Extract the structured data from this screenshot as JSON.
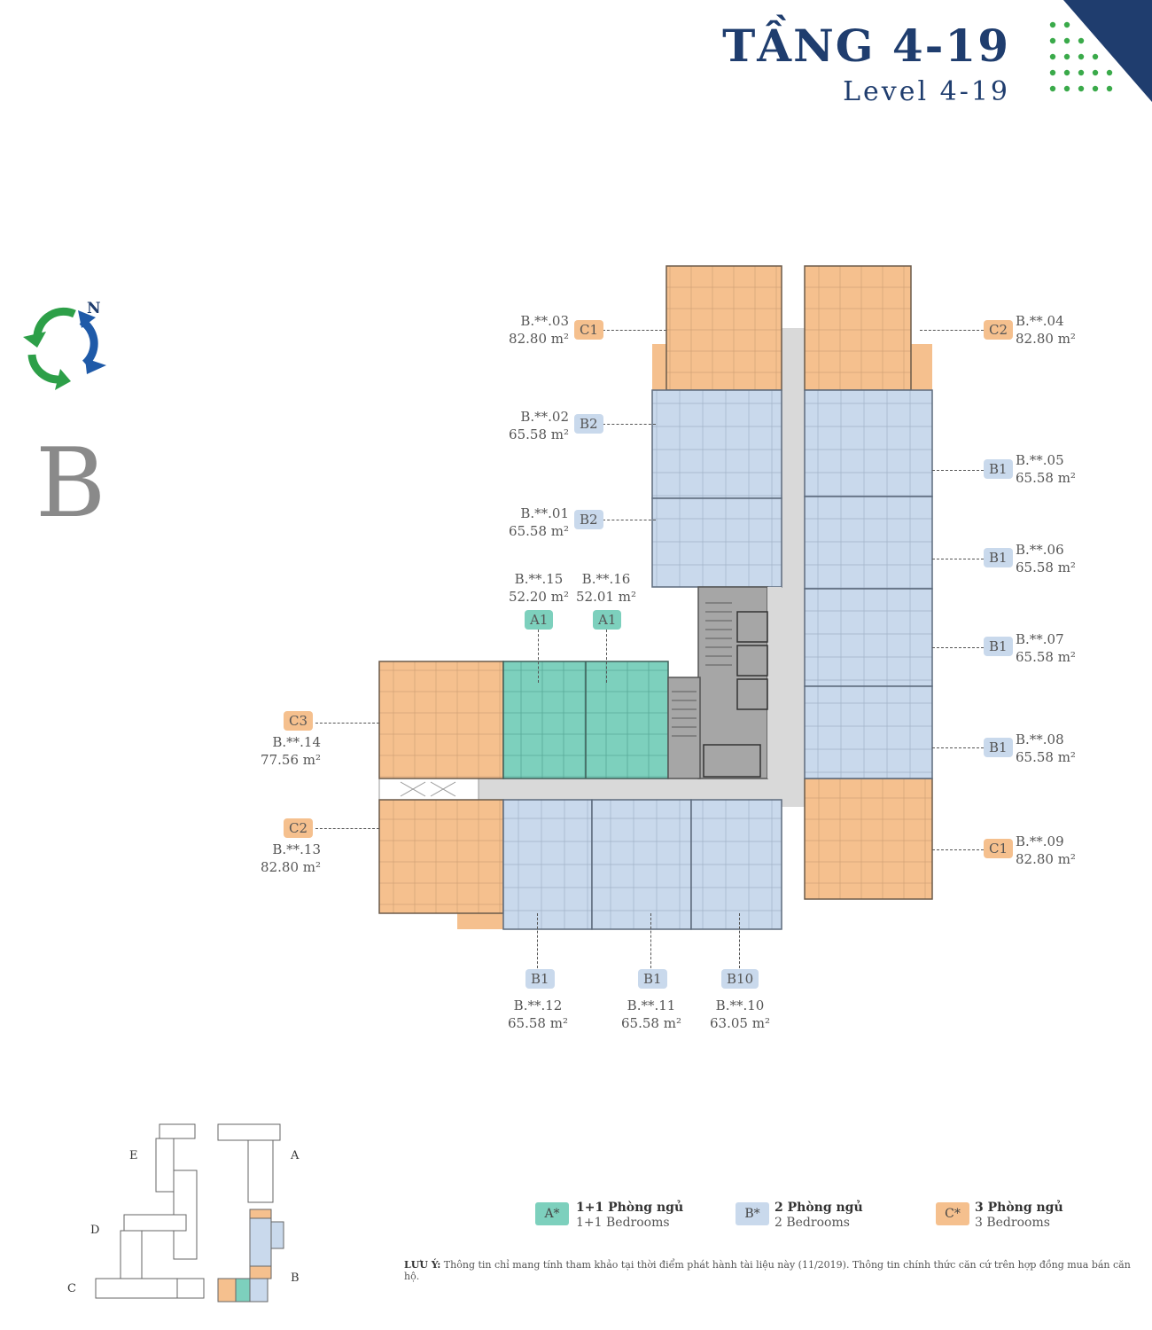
{
  "header": {
    "title": "TẦNG 4-19",
    "subtitle": "Level 4-19"
  },
  "compass": {
    "north_label": "N"
  },
  "block": {
    "letter": "B"
  },
  "colors": {
    "type_a": "#7dd0bd",
    "type_b": "#c9d9ec",
    "type_c": "#f5c08e",
    "core": "#a6a6a6",
    "corridor": "#d9d9d9",
    "title": "#1f3d6e"
  },
  "units": [
    {
      "code": "B.**.03",
      "area": "82.80 m²",
      "type": "C1"
    },
    {
      "code": "B.**.04",
      "area": "82.80 m²",
      "type": "C2"
    },
    {
      "code": "B.**.02",
      "area": "65.58 m²",
      "type": "B2"
    },
    {
      "code": "B.**.05",
      "area": "65.58 m²",
      "type": "B1"
    },
    {
      "code": "B.**.01",
      "area": "65.58 m²",
      "type": "B2"
    },
    {
      "code": "B.**.06",
      "area": "65.58 m²",
      "type": "B1"
    },
    {
      "code": "B.**.15",
      "area": "52.20 m²",
      "type": "A1"
    },
    {
      "code": "B.**.16",
      "area": "52.01 m²",
      "type": "A1"
    },
    {
      "code": "B.**.07",
      "area": "65.58 m²",
      "type": "B1"
    },
    {
      "code": "B.**.14",
      "area": "77.56 m²",
      "type": "C3"
    },
    {
      "code": "B.**.08",
      "area": "65.58 m²",
      "type": "B1"
    },
    {
      "code": "B.**.13",
      "area": "82.80 m²",
      "type": "C2"
    },
    {
      "code": "B.**.09",
      "area": "82.80 m²",
      "type": "C1"
    },
    {
      "code": "B.**.12",
      "area": "65.58 m²",
      "type": "B1"
    },
    {
      "code": "B.**.11",
      "area": "65.58 m²",
      "type": "B1"
    },
    {
      "code": "B.**.10",
      "area": "63.05 m²",
      "type": "B10"
    }
  ],
  "keyplan": {
    "blocks": [
      "E",
      "A",
      "D",
      "C",
      "B"
    ]
  },
  "legend": [
    {
      "badge": "A*",
      "title": "1+1 Phòng ngủ",
      "subtitle": "1+1 Bedrooms"
    },
    {
      "badge": "B*",
      "title": "2 Phòng ngủ",
      "subtitle": "2 Bedrooms"
    },
    {
      "badge": "C*",
      "title": "3 Phòng ngủ",
      "subtitle": "3 Bedrooms"
    }
  ],
  "note": {
    "label": "LƯU Ý:",
    "text": " Thông tin chỉ mang tính tham khảo tại thời điểm phát hành tài liệu này (11/2019). Thông tin chính thức căn cứ trên hợp đồng mua bán căn hộ."
  }
}
